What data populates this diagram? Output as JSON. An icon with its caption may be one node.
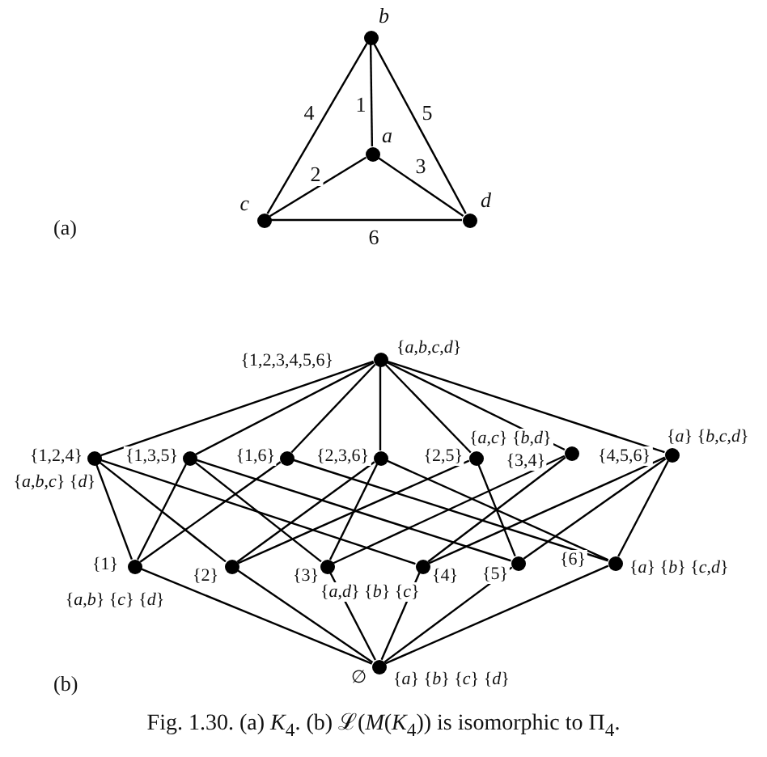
{
  "diagram": {
    "caption": "Fig. 1.30. (a) *K*$_{4}$. (b) ℒ(*M*(*K*$_{4}$)) is isomorphic to Π$_{4}$.",
    "nodes": [
      {
        "text": [],
        "shape": "circle",
        "beside": [
          "*b*"
        ]
      },
      {
        "text": [],
        "shape": "circle",
        "beside": [
          "*a*"
        ]
      },
      {
        "text": [],
        "shape": "circle",
        "beside": [
          "*c*"
        ]
      },
      {
        "text": [],
        "shape": "circle",
        "beside": [
          "*d*"
        ]
      },
      {
        "text": [],
        "shape": "circle",
        "beside": [
          "{1,2,3,4,5,6}",
          "{*a*,*b*,*c*,*d*}"
        ]
      },
      {
        "text": [],
        "shape": "circle",
        "beside": [
          "{1,2,4}",
          "{*a*,*b*,*c*} {*d*}"
        ]
      },
      {
        "text": [],
        "shape": "circle",
        "beside": [
          "{1,3,5}"
        ]
      },
      {
        "text": [],
        "shape": "circle",
        "beside": [
          "{1,6}"
        ]
      },
      {
        "text": [],
        "shape": "circle",
        "beside": [
          "{2,3,6}"
        ]
      },
      {
        "text": [],
        "shape": "circle",
        "beside": [
          "{2,5}",
          "{*a*,*c*} {*b*,*d*}"
        ]
      },
      {
        "text": [],
        "shape": "circle",
        "beside": [
          "{3,4}"
        ]
      },
      {
        "text": [],
        "shape": "circle",
        "beside": [
          "{4,5,6}",
          "{*a*} {*b*,*c*,*d*}"
        ]
      },
      {
        "text": [],
        "shape": "circle",
        "beside": [
          "{1}",
          "{*a*,*b*} {*c*} {*d*}"
        ]
      },
      {
        "text": [],
        "shape": "circle",
        "beside": [
          "{2}"
        ]
      },
      {
        "text": [],
        "shape": "circle",
        "beside": [
          "{3}",
          "{*a*,*d*} {*b*} {*c*}"
        ]
      },
      {
        "text": [],
        "shape": "circle",
        "beside": [
          "{4}"
        ]
      },
      {
        "text": [],
        "shape": "circle",
        "beside": [
          "{5}"
        ]
      },
      {
        "text": [],
        "shape": "circle",
        "beside": [
          "{6}",
          "{*a*} {*b*} {*c*,*d*}"
        ]
      },
      {
        "text": [],
        "shape": "circle",
        "beside": [
          "∅",
          "{*a*} {*b*} {*c*} {*d*}"
        ]
      }
    ],
    "edges": [
      {
        "from": 0,
        "to": 1,
        "arrow": "none",
        "label": "1"
      },
      {
        "from": 2,
        "to": 1,
        "arrow": "none",
        "label": "2"
      },
      {
        "from": 1,
        "to": 3,
        "arrow": "none",
        "label": "3"
      },
      {
        "from": 0,
        "to": 2,
        "arrow": "none",
        "label": "4"
      },
      {
        "from": 0,
        "to": 3,
        "arrow": "none",
        "label": "5"
      },
      {
        "from": 2,
        "to": 3,
        "arrow": "none",
        "label": "6"
      },
      {
        "from": 4,
        "to": 5,
        "arrow": "none"
      },
      {
        "from": 4,
        "to": 6,
        "arrow": "none"
      },
      {
        "from": 4,
        "to": 7,
        "arrow": "none"
      },
      {
        "from": 4,
        "to": 8,
        "arrow": "none"
      },
      {
        "from": 4,
        "to": 9,
        "arrow": "none"
      },
      {
        "from": 4,
        "to": 10,
        "arrow": "none"
      },
      {
        "from": 4,
        "to": 11,
        "arrow": "none"
      },
      {
        "from": 5,
        "to": 12,
        "arrow": "none"
      },
      {
        "from": 5,
        "to": 13,
        "arrow": "none"
      },
      {
        "from": 5,
        "to": 15,
        "arrow": "none"
      },
      {
        "from": 6,
        "to": 12,
        "arrow": "none"
      },
      {
        "from": 6,
        "to": 14,
        "arrow": "none"
      },
      {
        "from": 6,
        "to": 16,
        "arrow": "none"
      },
      {
        "from": 7,
        "to": 12,
        "arrow": "none"
      },
      {
        "from": 7,
        "to": 17,
        "arrow": "none"
      },
      {
        "from": 8,
        "to": 13,
        "arrow": "none"
      },
      {
        "from": 8,
        "to": 14,
        "arrow": "none"
      },
      {
        "from": 8,
        "to": 17,
        "arrow": "none"
      },
      {
        "from": 9,
        "to": 13,
        "arrow": "none"
      },
      {
        "from": 9,
        "to": 16,
        "arrow": "none"
      },
      {
        "from": 10,
        "to": 14,
        "arrow": "none"
      },
      {
        "from": 10,
        "to": 15,
        "arrow": "none"
      },
      {
        "from": 11,
        "to": 15,
        "arrow": "none"
      },
      {
        "from": 11,
        "to": 16,
        "arrow": "none"
      },
      {
        "from": 11,
        "to": 17,
        "arrow": "none"
      },
      {
        "from": 12,
        "to": 18,
        "arrow": "none"
      },
      {
        "from": 13,
        "to": 18,
        "arrow": "none"
      },
      {
        "from": 14,
        "to": 18,
        "arrow": "none"
      },
      {
        "from": 15,
        "to": 18,
        "arrow": "none"
      },
      {
        "from": 16,
        "to": 18,
        "arrow": "none"
      },
      {
        "from": 17,
        "to": 18,
        "arrow": "none"
      }
    ],
    "labels": [
      "(a)",
      "(b)"
    ]
  }
}
